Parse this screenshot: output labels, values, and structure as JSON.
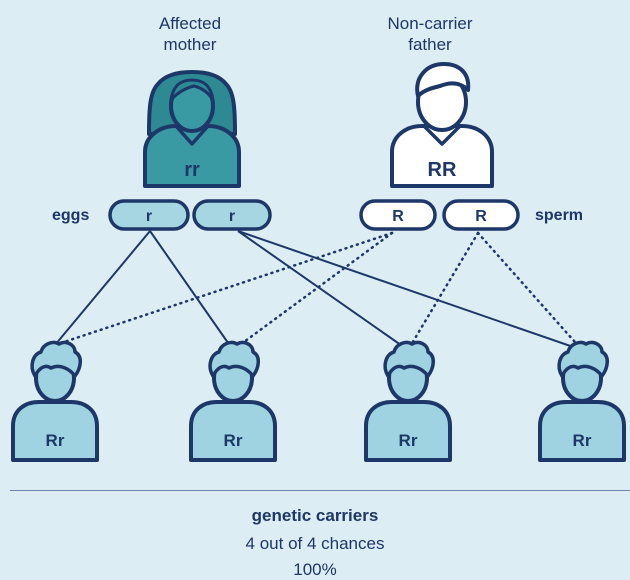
{
  "parents": {
    "mother": {
      "label_line1": "Affected",
      "label_line2": "mother",
      "genotype": "rr"
    },
    "father": {
      "label_line1": "Non-carrier",
      "label_line2": "father",
      "genotype": "RR"
    }
  },
  "gametes": {
    "eggs_label": "eggs",
    "sperm_label": "sperm",
    "eggs": [
      "r",
      "r"
    ],
    "sperm": [
      "R",
      "R"
    ]
  },
  "children": [
    {
      "genotype": "Rr"
    },
    {
      "genotype": "Rr"
    },
    {
      "genotype": "Rr"
    },
    {
      "genotype": "Rr"
    }
  ],
  "summary": {
    "title": "genetic carriers",
    "chances": "4 out of 4 chances",
    "percent": "100%"
  },
  "colors": {
    "navy": "#1d3768",
    "mother_fill": "#3a9aa3",
    "mother_hair": "#2d8a93",
    "child_fill": "#9fd3e1",
    "egg_fill": "#a6d6e2",
    "white": "#ffffff",
    "background": "#dcedf3"
  }
}
